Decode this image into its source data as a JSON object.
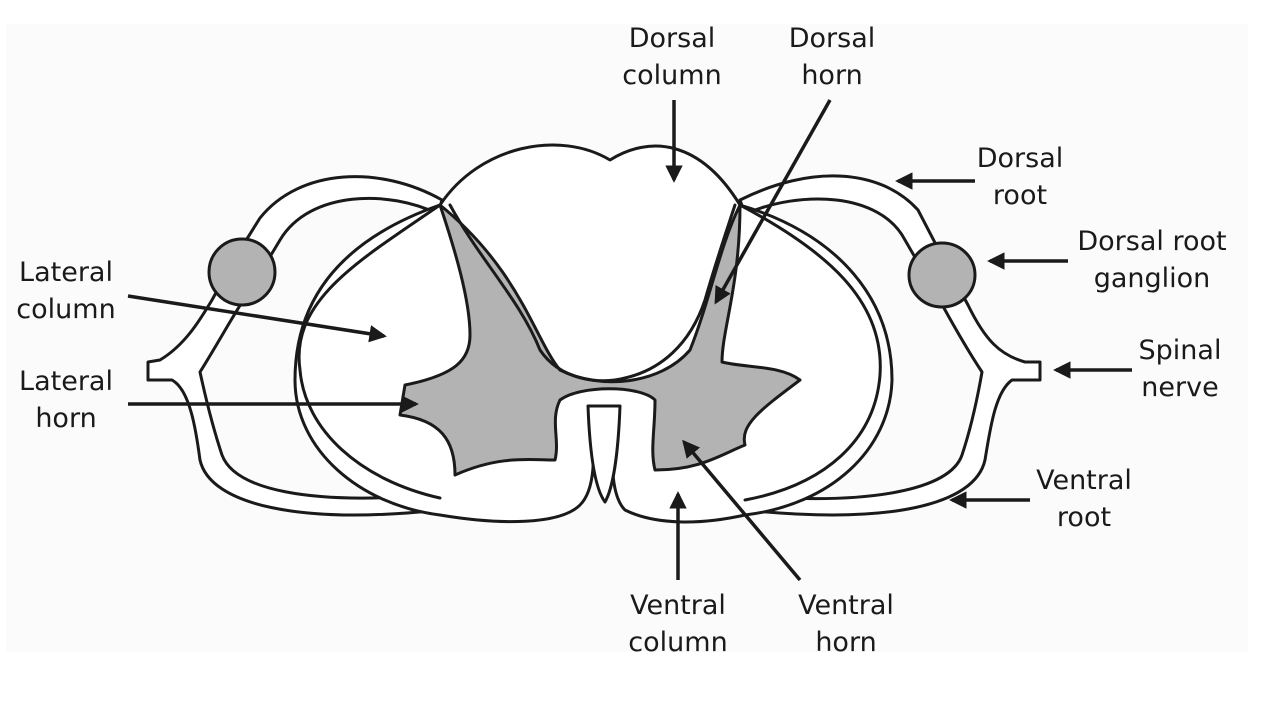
{
  "colors": {
    "grey_matter": "#b3b3b3",
    "ganglion": "#b3b3b3",
    "outline": "#1a1a1a",
    "background": "#fbfbfb"
  },
  "labels": {
    "dorsal_column": [
      "Dorsal",
      "column"
    ],
    "dorsal_horn": [
      "Dorsal",
      "horn"
    ],
    "dorsal_root": [
      "Dorsal",
      "root"
    ],
    "dorsal_root_ganglion": [
      "Dorsal root",
      "ganglion"
    ],
    "spinal_nerve": [
      "Spinal",
      "nerve"
    ],
    "ventral_root": [
      "Ventral",
      "root"
    ],
    "ventral_column": [
      "Ventral",
      "column"
    ],
    "ventral_horn": [
      "Ventral",
      "horn"
    ],
    "lateral_column": [
      "Lateral",
      "column"
    ],
    "lateral_horn": [
      "Lateral",
      "horn"
    ]
  }
}
